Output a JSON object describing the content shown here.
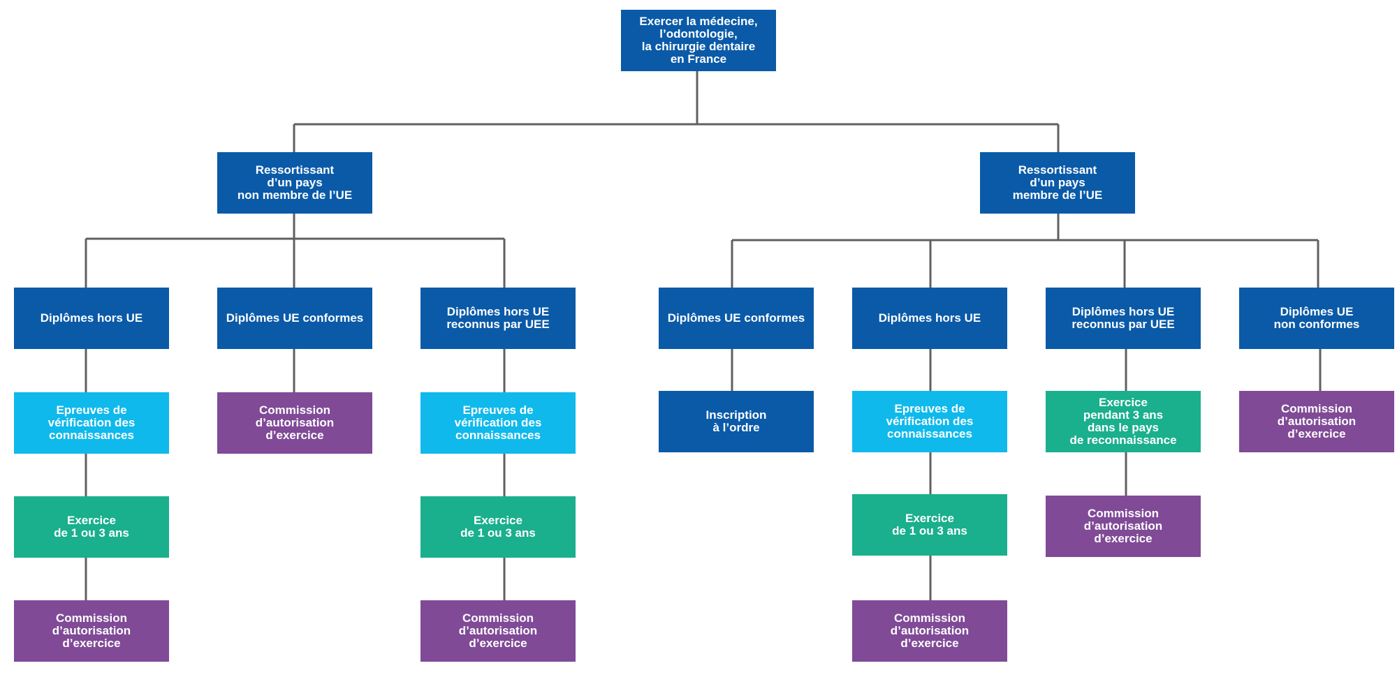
{
  "colors": {
    "primary_blue": "#0a5aa8",
    "cyan": "#0fb9ec",
    "green": "#1aaf8d",
    "purple": "#804a97",
    "connector": "#606060"
  },
  "root": {
    "label": "Exercer la médecine,\nl’odontologie,\nla chirurgie dentaire\nen France"
  },
  "branches": {
    "non_ue": {
      "label": "Ressortissant\nd’un pays\nnon membre de l’UE",
      "columns": [
        {
          "head": "Diplômes hors UE",
          "steps": [
            "Epreuves de\nvérification des\nconnaissances",
            "Exercice\nde 1 ou 3 ans",
            "Commission\nd’autorisation\nd’exercice"
          ]
        },
        {
          "head": "Diplômes UE conformes",
          "steps": [
            "Commission\nd’autorisation\nd’exercice"
          ]
        },
        {
          "head": "Diplômes hors UE\nreconnus par UEE",
          "steps": [
            "Epreuves de\nvérification des\nconnaissances",
            "Exercice\nde 1 ou 3 ans",
            "Commission\nd’autorisation\nd’exercice"
          ]
        }
      ]
    },
    "ue": {
      "label": "Ressortissant\nd’un pays\nmembre de l’UE",
      "columns": [
        {
          "head": "Diplômes UE conformes",
          "steps": [
            "Inscription\nà l’ordre"
          ]
        },
        {
          "head": "Diplômes hors UE",
          "steps": [
            "Epreuves de\nvérification des\nconnaissances",
            "Exercice\nde 1 ou 3 ans",
            "Commission\nd’autorisation\nd’exercice"
          ]
        },
        {
          "head": "Diplômes hors UE\nreconnus par UEE",
          "steps": [
            "Exercice\npendant 3 ans\ndans le pays\nde reconnaissance",
            "Commission\nd’autorisation\nd’exercice"
          ]
        },
        {
          "head": "Diplômes UE\nnon conformes",
          "steps": [
            "Commission\nd’autorisation\nd’exercice"
          ]
        }
      ]
    }
  }
}
